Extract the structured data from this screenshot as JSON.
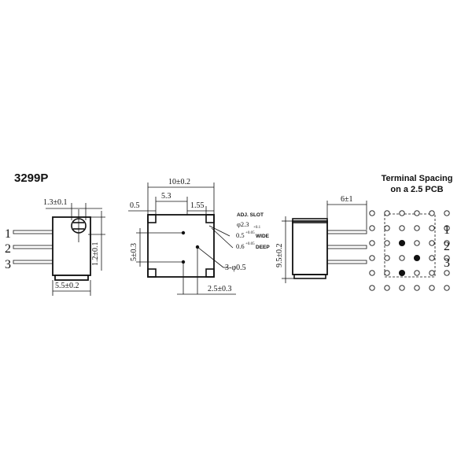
{
  "model": "3299P",
  "side_view": {
    "dim_pitch": "1.3±0.1",
    "dim_height": "1.2±0.1",
    "dim_width": "5.5±0.2",
    "pins": [
      "1",
      "2",
      "3"
    ]
  },
  "top_view": {
    "dim_length": "10±0.2",
    "dim_offset": "5.3",
    "dim_left": "0.5",
    "dim_right": "1.55",
    "dim_height": "5±0.3",
    "dim_pin_spacing": "2.5±0.3",
    "holes": "3-φ0.5",
    "adj_slot": "ADJ. SLOT",
    "slot_dia": "φ2.3",
    "slot_dia_tol": "+0.1",
    "slot_width": "0.5",
    "slot_width_tol": "+0.05",
    "slot_width_label": "WIDE",
    "slot_depth": "0.6",
    "slot_depth_tol": "+0.05",
    "slot_depth_label": "DEEP"
  },
  "end_view": {
    "dim_lead": "6±1",
    "dim_height": "9.5±0.2"
  },
  "pcb": {
    "title_line1": "Terminal Spacing",
    "title_line2": "on a 2.5 PCB",
    "pins": [
      "1",
      "2",
      "3"
    ],
    "grid_cols": 6,
    "grid_rows": 6,
    "filled": [
      [
        2,
        2
      ],
      [
        3,
        3
      ],
      [
        4,
        2
      ]
    ]
  }
}
